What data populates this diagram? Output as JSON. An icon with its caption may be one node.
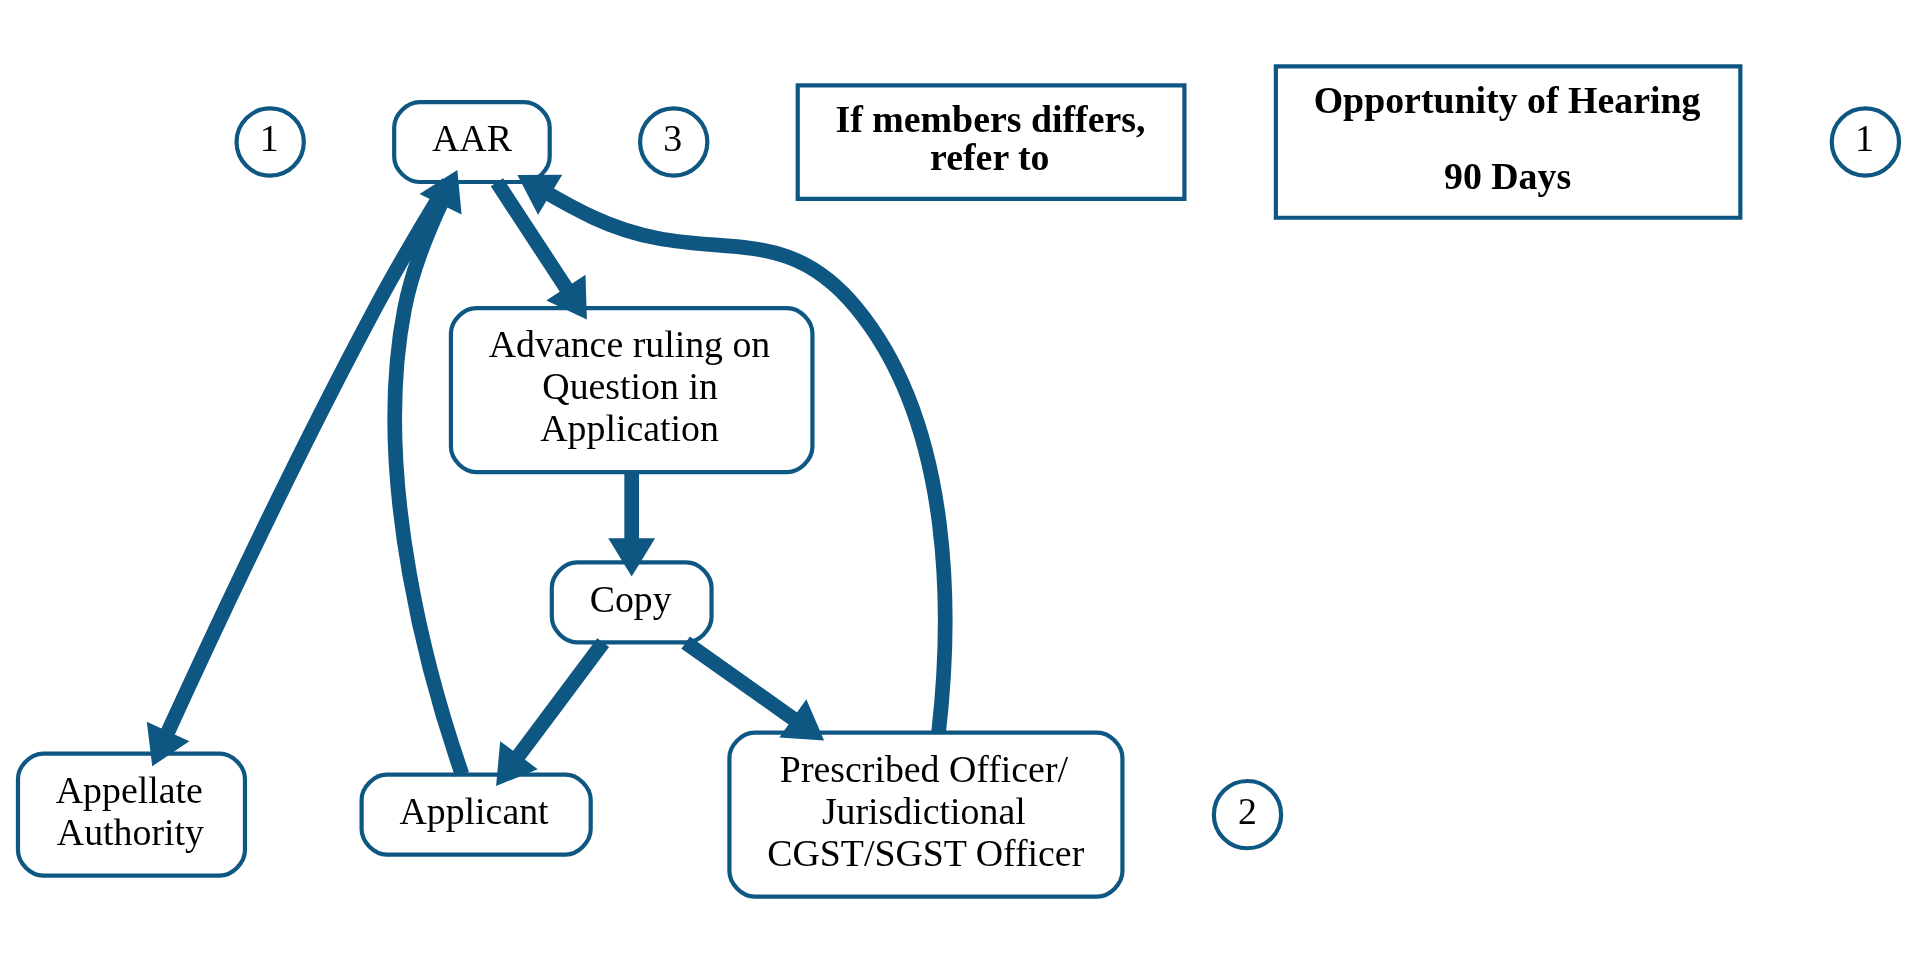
{
  "diagram": {
    "nodes": [
      {
        "text": [
          "1"
        ]
      },
      {
        "text": [
          "AAR"
        ]
      },
      {
        "text": [
          "3"
        ]
      },
      {
        "text": [
          "If members differs, refer to"
        ]
      },
      {
        "text": [
          "Opportunity of Hearing",
          "90 Days"
        ]
      },
      {
        "text": [
          "Appellate Authority"
        ]
      },
      {
        "text": [
          "1"
        ]
      },
      {
        "text": [
          "2"
        ]
      },
      {
        "text": [
          "Applicant"
        ]
      },
      {
        "text": [
          "Advance ruling on Question in Application"
        ]
      },
      {
        "text": [
          "Prescribed Officer/ Jurisdictional CGST/SGST Officer"
        ]
      },
      {
        "text": [
          "Copy"
        ]
      }
    ],
    "edges": [
      {
        "from": 8,
        "to": 1,
        "arrow": "to"
      },
      {
        "from": 1,
        "to": 9,
        "arrow": "to"
      },
      {
        "from": 1,
        "to": 5,
        "arrow": "to"
      },
      {
        "from": 10,
        "to": 1,
        "arrow": "to"
      },
      {
        "from": 9,
        "to": 11,
        "arrow": "to"
      },
      {
        "from": 11,
        "to": 8,
        "arrow": "to"
      },
      {
        "from": 11,
        "to": 10,
        "arrow": "to"
      }
    ]
  }
}
